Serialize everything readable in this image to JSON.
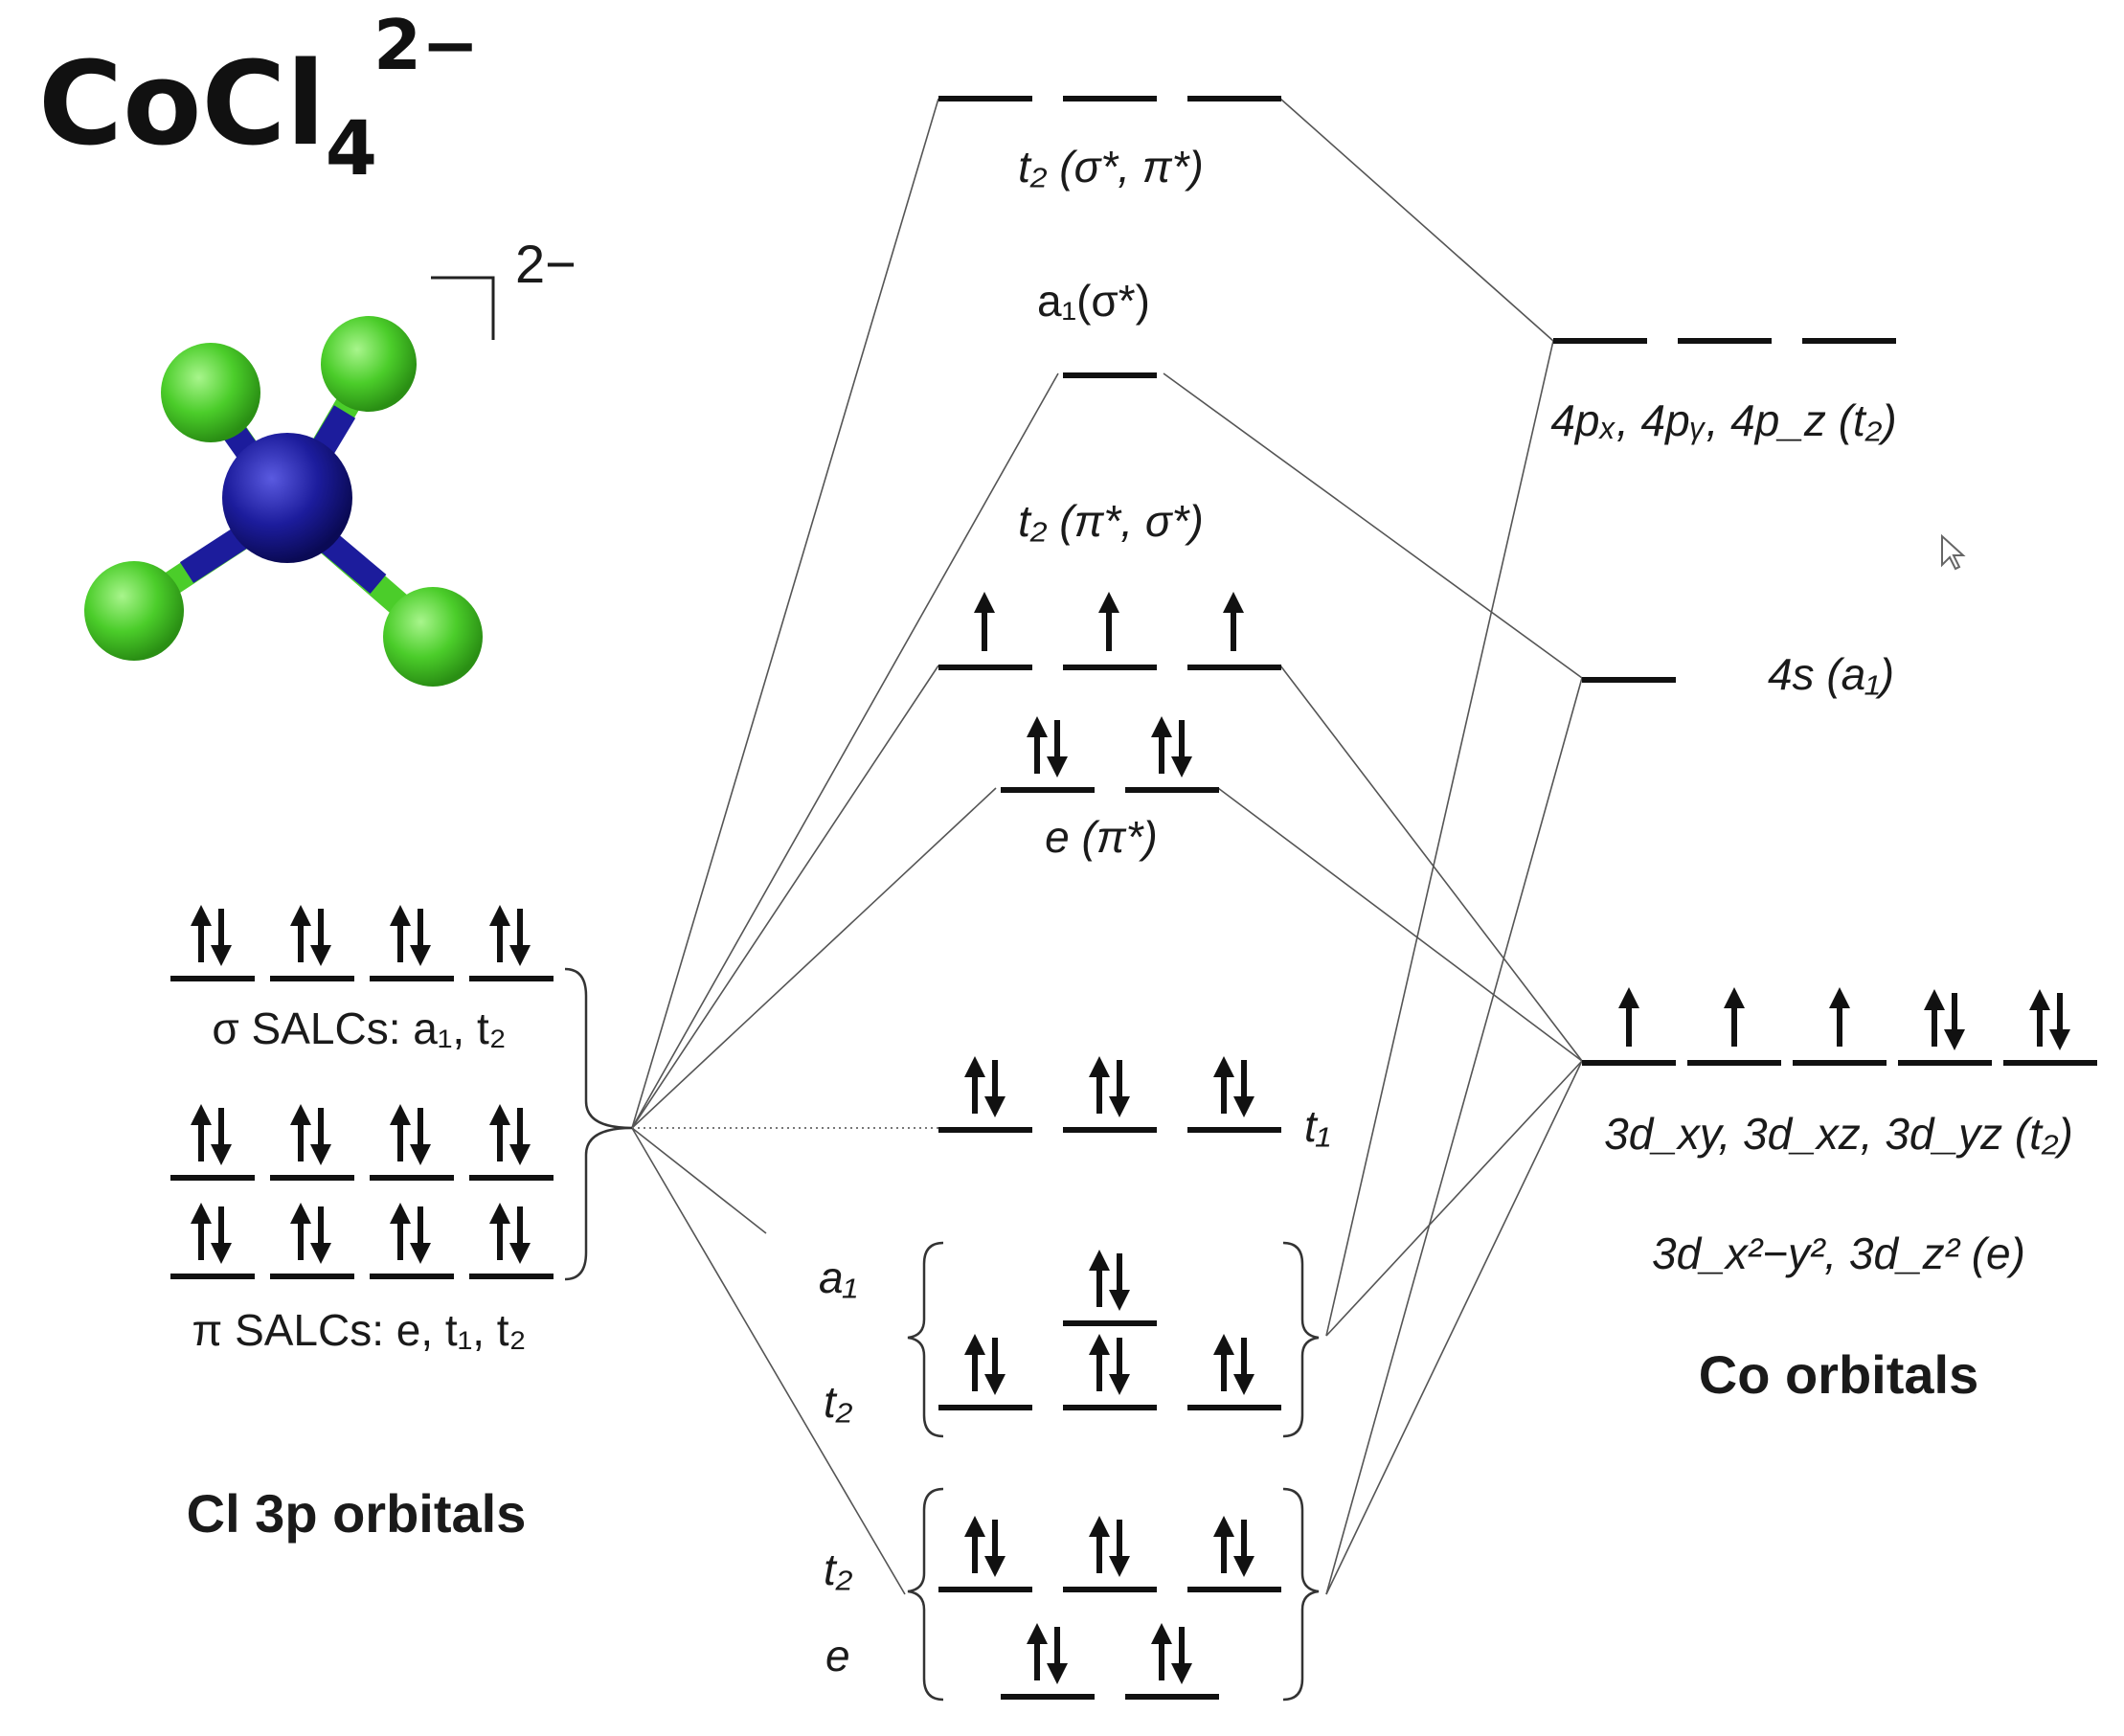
{
  "title": {
    "main": "CoCl",
    "sub": "4",
    "sup": "2−"
  },
  "molecule": {
    "charge": "2−"
  },
  "mo_labels": {
    "t2_top": "t₂ (σ*, π*)",
    "a1_star": "a₁(σ*)",
    "t2_mid": "t₂ (π*, σ*)",
    "e_pi": "e (π*)",
    "t1": "t₁",
    "a1_low": "a₁",
    "t2_low": "t₂",
    "t2_bottom": "t₂",
    "e_bottom": "e"
  },
  "co_labels": {
    "p": "4pₓ, 4pᵧ, 4p_z (t₂)",
    "s": "4s (a₁)",
    "d_t2": "3d_xy, 3d_xz, 3d_yz (t₂)",
    "d_e": "3d_x²−y², 3d_z² (e)",
    "header": "Co orbitals"
  },
  "cl_labels": {
    "sigma": "σ SALCs: a₁, t₂",
    "pi": "π SALCs: e, t₁, t₂",
    "header": "Cl 3p orbitals"
  },
  "colors": {
    "metal": "#1c1c9c",
    "ligand": "#4bcd2a",
    "line": "#111111"
  }
}
